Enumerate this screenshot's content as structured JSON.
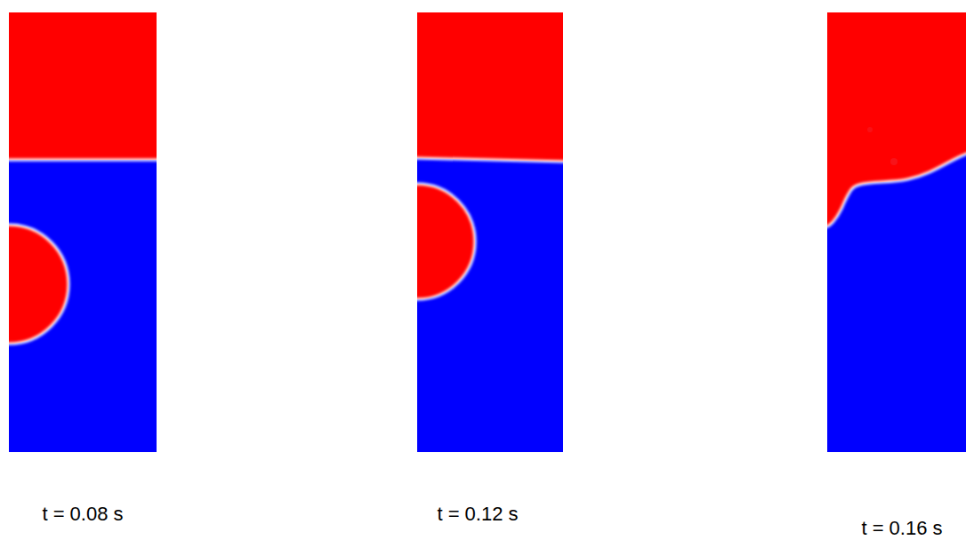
{
  "diagram": {
    "labels": [
      "t = 0.08 s",
      "t = 0.12 s",
      "t = 0.16 s"
    ]
  }
}
